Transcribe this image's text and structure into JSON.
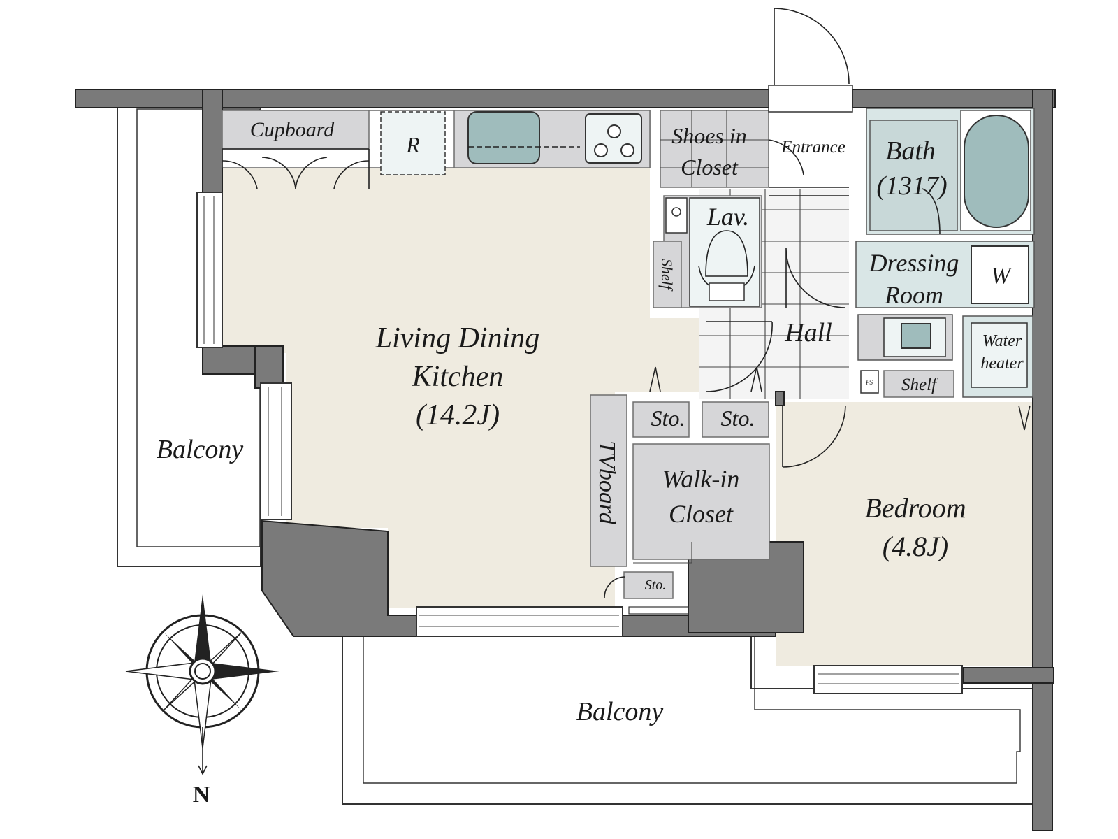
{
  "rooms": {
    "ldk_line1": "Living Dining",
    "ldk_line2": "Kitchen",
    "ldk_size": "(14.2J)",
    "bedroom": "Bedroom",
    "bedroom_size": "(4.8J)",
    "balcony_west": "Balcony",
    "balcony_south": "Balcony",
    "hall": "Hall",
    "entrance": "Entrance",
    "bath": "Bath",
    "bath_size": "(1317)",
    "dressing_line1": "Dressing",
    "dressing_line2": "Room",
    "washer": "W",
    "water_heater_line1": "Water",
    "water_heater_line2": "heater",
    "shelf_dressing": "Shelf",
    "ps": "PS",
    "shoes_line1": "Shoes in",
    "shoes_line2": "Closet",
    "lav": "Lav.",
    "shelf_lav": "Shelf",
    "cupboard": "Cupboard",
    "fridge": "R",
    "storage_1": "Sto.",
    "storage_2": "Sto.",
    "storage_3": "Sto.",
    "walkin_line1": "Walk-in",
    "walkin_line2": "Closet",
    "tvboard": "TVboard"
  },
  "compass": {
    "north_label": "N"
  },
  "colors": {
    "room_fill": "#efebe0",
    "wall": "#7a7a7a",
    "fixture": "#d6d6d8",
    "water": "#9fbcbc"
  }
}
